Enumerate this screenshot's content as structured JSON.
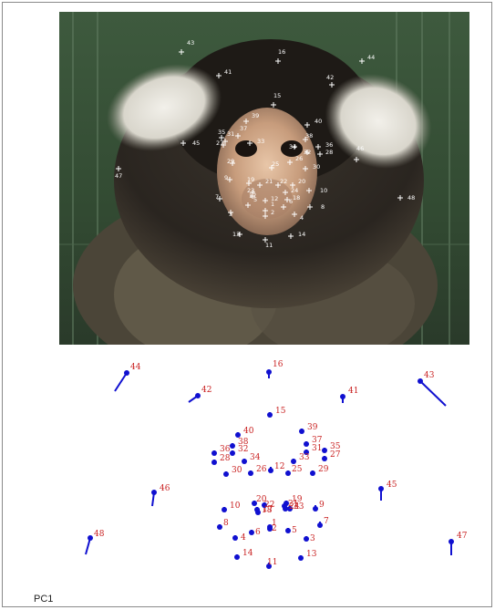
{
  "caption": "PC1",
  "colors": {
    "point": "#1010d0",
    "label": "#c81e1e",
    "photo_marker": "#ffffff"
  },
  "landmark_labels": [
    "1",
    "2",
    "3",
    "4",
    "5",
    "6",
    "7",
    "8",
    "9",
    "10",
    "11",
    "12",
    "13",
    "14",
    "15",
    "16",
    "17",
    "18",
    "19",
    "20",
    "21",
    "22",
    "23",
    "24",
    "25",
    "26",
    "27",
    "28",
    "29",
    "30",
    "31",
    "32",
    "33",
    "34",
    "35",
    "36",
    "37",
    "38",
    "39",
    "40",
    "41",
    "42",
    "43",
    "44",
    "45",
    "46",
    "47",
    "48"
  ]
}
